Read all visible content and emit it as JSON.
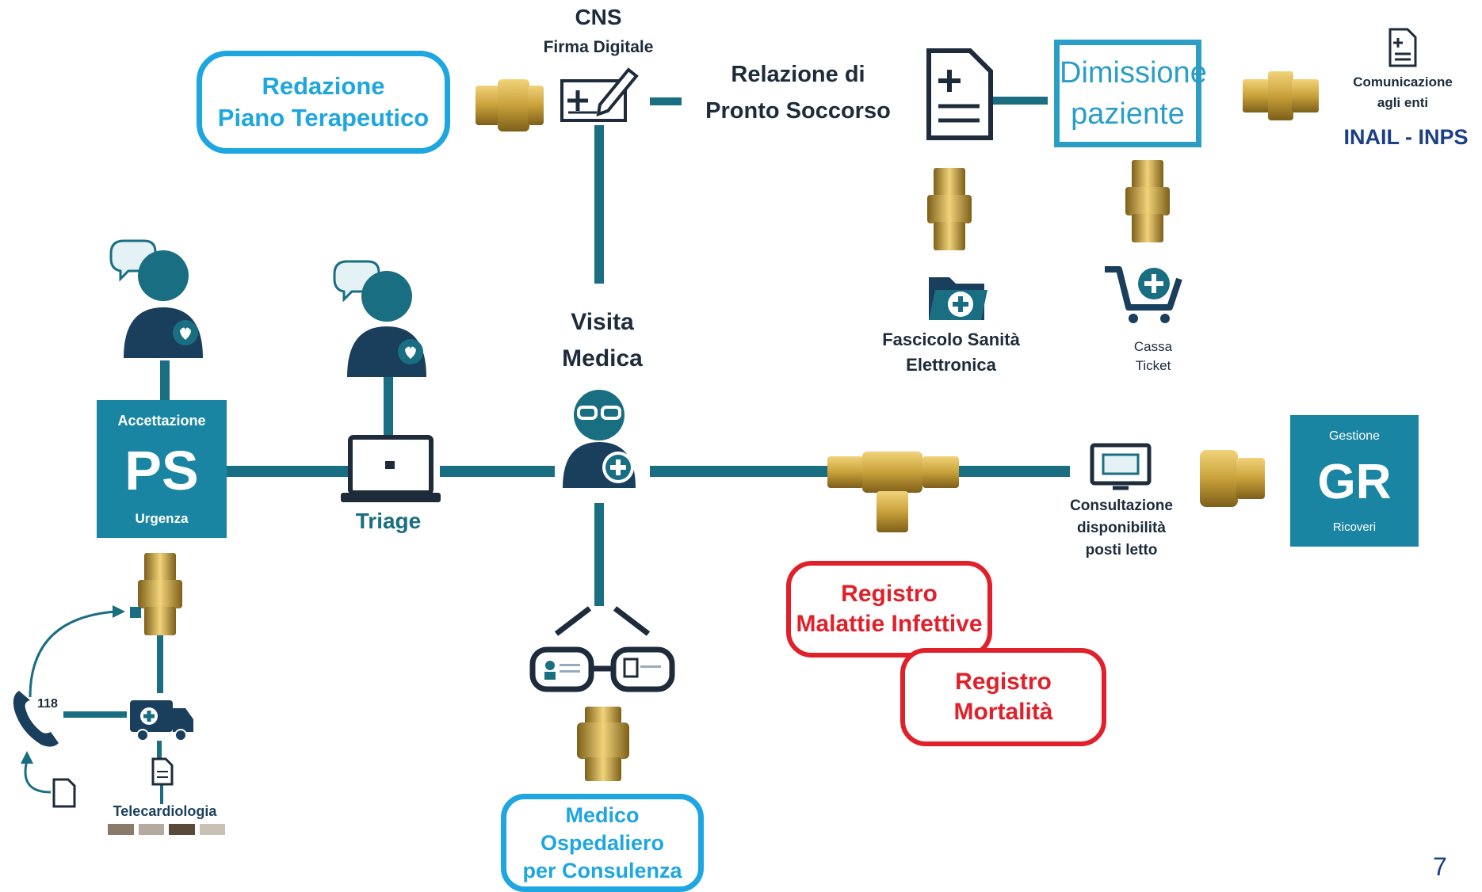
{
  "cns": {
    "title": "CNS",
    "subtitle": "Firma Digitale"
  },
  "piano": {
    "line1": "Redazione",
    "line2": "Piano Terapeutico"
  },
  "relazione": {
    "line1": "Relazione di",
    "line2": "Pronto Soccorso"
  },
  "dimissione": {
    "line1": "Dimissione",
    "line2": "paziente"
  },
  "comunicazione": {
    "line1": "Comunicazione",
    "line2": "agli enti",
    "enti": "INAIL - INPS"
  },
  "fse": {
    "line1": "Fascicolo Sanità",
    "line2": "Elettronica"
  },
  "cassa": {
    "line1": "Cassa",
    "line2": "Ticket"
  },
  "ps": {
    "top": "Accettazione",
    "big": "PS",
    "bottom": "Urgenza"
  },
  "triage": {
    "label": "Triage"
  },
  "visita": {
    "line1": "Visita",
    "line2": "Medica"
  },
  "consultazione": {
    "line1": "Consultazione",
    "line2": "disponibilità",
    "line3": "posti letto"
  },
  "gr": {
    "top": "Gestione",
    "big": "GR",
    "bottom": "Ricoveri"
  },
  "registro_malattie": {
    "line1": "Registro",
    "line2": "Malattie Infettive"
  },
  "registro_mortalita": {
    "line1": "Registro",
    "line2": "Mortalità"
  },
  "medico": {
    "line1": "Medico",
    "line2": "Ospedaliero",
    "line3": "per Consulenza"
  },
  "telecardiologia": {
    "label": "Telecardiologia"
  },
  "ambulance_118": {
    "label": "118"
  },
  "page_number": "7",
  "colors": {
    "teal": "#1a6e82",
    "teal_box": "#1a85a3",
    "blue": "#1ea6e0",
    "red": "#e0202a",
    "brass": "#c9a13a"
  }
}
